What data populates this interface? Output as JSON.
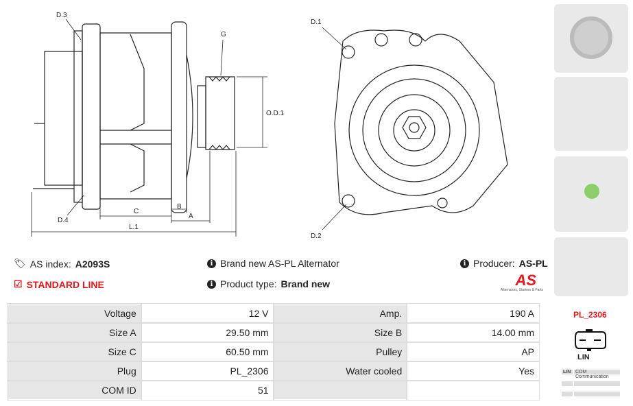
{
  "drawing_labels": {
    "d3": "D.3",
    "g": "G",
    "od1": "O.D.1",
    "d4": "D.4",
    "c": "C",
    "b": "B",
    "a": "A",
    "l1": "L.1",
    "d1": "D.1",
    "d2": "D.2"
  },
  "info": {
    "as_index_label": "AS index:",
    "as_index_value": "A2093S",
    "standard_line": "STANDARD LINE",
    "description": "Brand new AS-PL Alternator",
    "product_type_label": "Product type:",
    "product_type_value": "Brand new",
    "producer_label": "Producer:",
    "producer_value": "AS-PL"
  },
  "logo": {
    "text": "AS",
    "tagline": "Alternators, Starters & Parts"
  },
  "specs": [
    [
      "Voltage",
      "12 V",
      "Amp.",
      "190 A"
    ],
    [
      "Size A",
      "29.50 mm",
      "Size B",
      "14.00 mm"
    ],
    [
      "Size C",
      "60.50 mm",
      "Pulley",
      "AP"
    ],
    [
      "Plug",
      "PL_2306",
      "Water cooled",
      "Yes"
    ],
    [
      "COM ID",
      "51",
      "",
      ""
    ]
  ],
  "plug": {
    "code": "PL_2306",
    "pin_label": "LIN",
    "com_key": "LIN",
    "com_desc": "COM Communication"
  },
  "colors": {
    "accent": "#e3161b"
  }
}
